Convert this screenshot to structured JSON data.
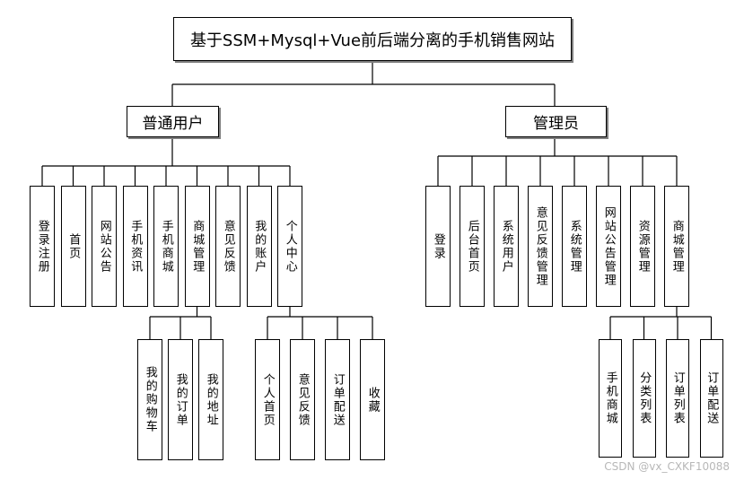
{
  "title": "基于SSM+Mysql+Vue前后端分离的手机销售网站",
  "branches": {
    "user": {
      "label": "普通用户",
      "modules": [
        "登录注册",
        "首页",
        "网站公告",
        "手机资讯",
        "手机商城",
        "商城管理",
        "意见反馈",
        "我的账户",
        "个人中心"
      ],
      "mall_sub": [
        "我的购物车",
        "我的订单",
        "我的地址"
      ],
      "center_sub": [
        "个人首页",
        "意见反馈",
        "订单配送",
        "收藏"
      ]
    },
    "admin": {
      "label": "管理员",
      "modules": [
        "登录",
        "后台首页",
        "系统用户",
        "意见反馈管理",
        "系统管理",
        "网站公告管理",
        "资源管理",
        "商城管理"
      ],
      "mall_sub": [
        "手机商城",
        "分类列表",
        "订单列表",
        "订单配送"
      ]
    }
  },
  "watermark": "CSDN @vx_CXKF10088"
}
